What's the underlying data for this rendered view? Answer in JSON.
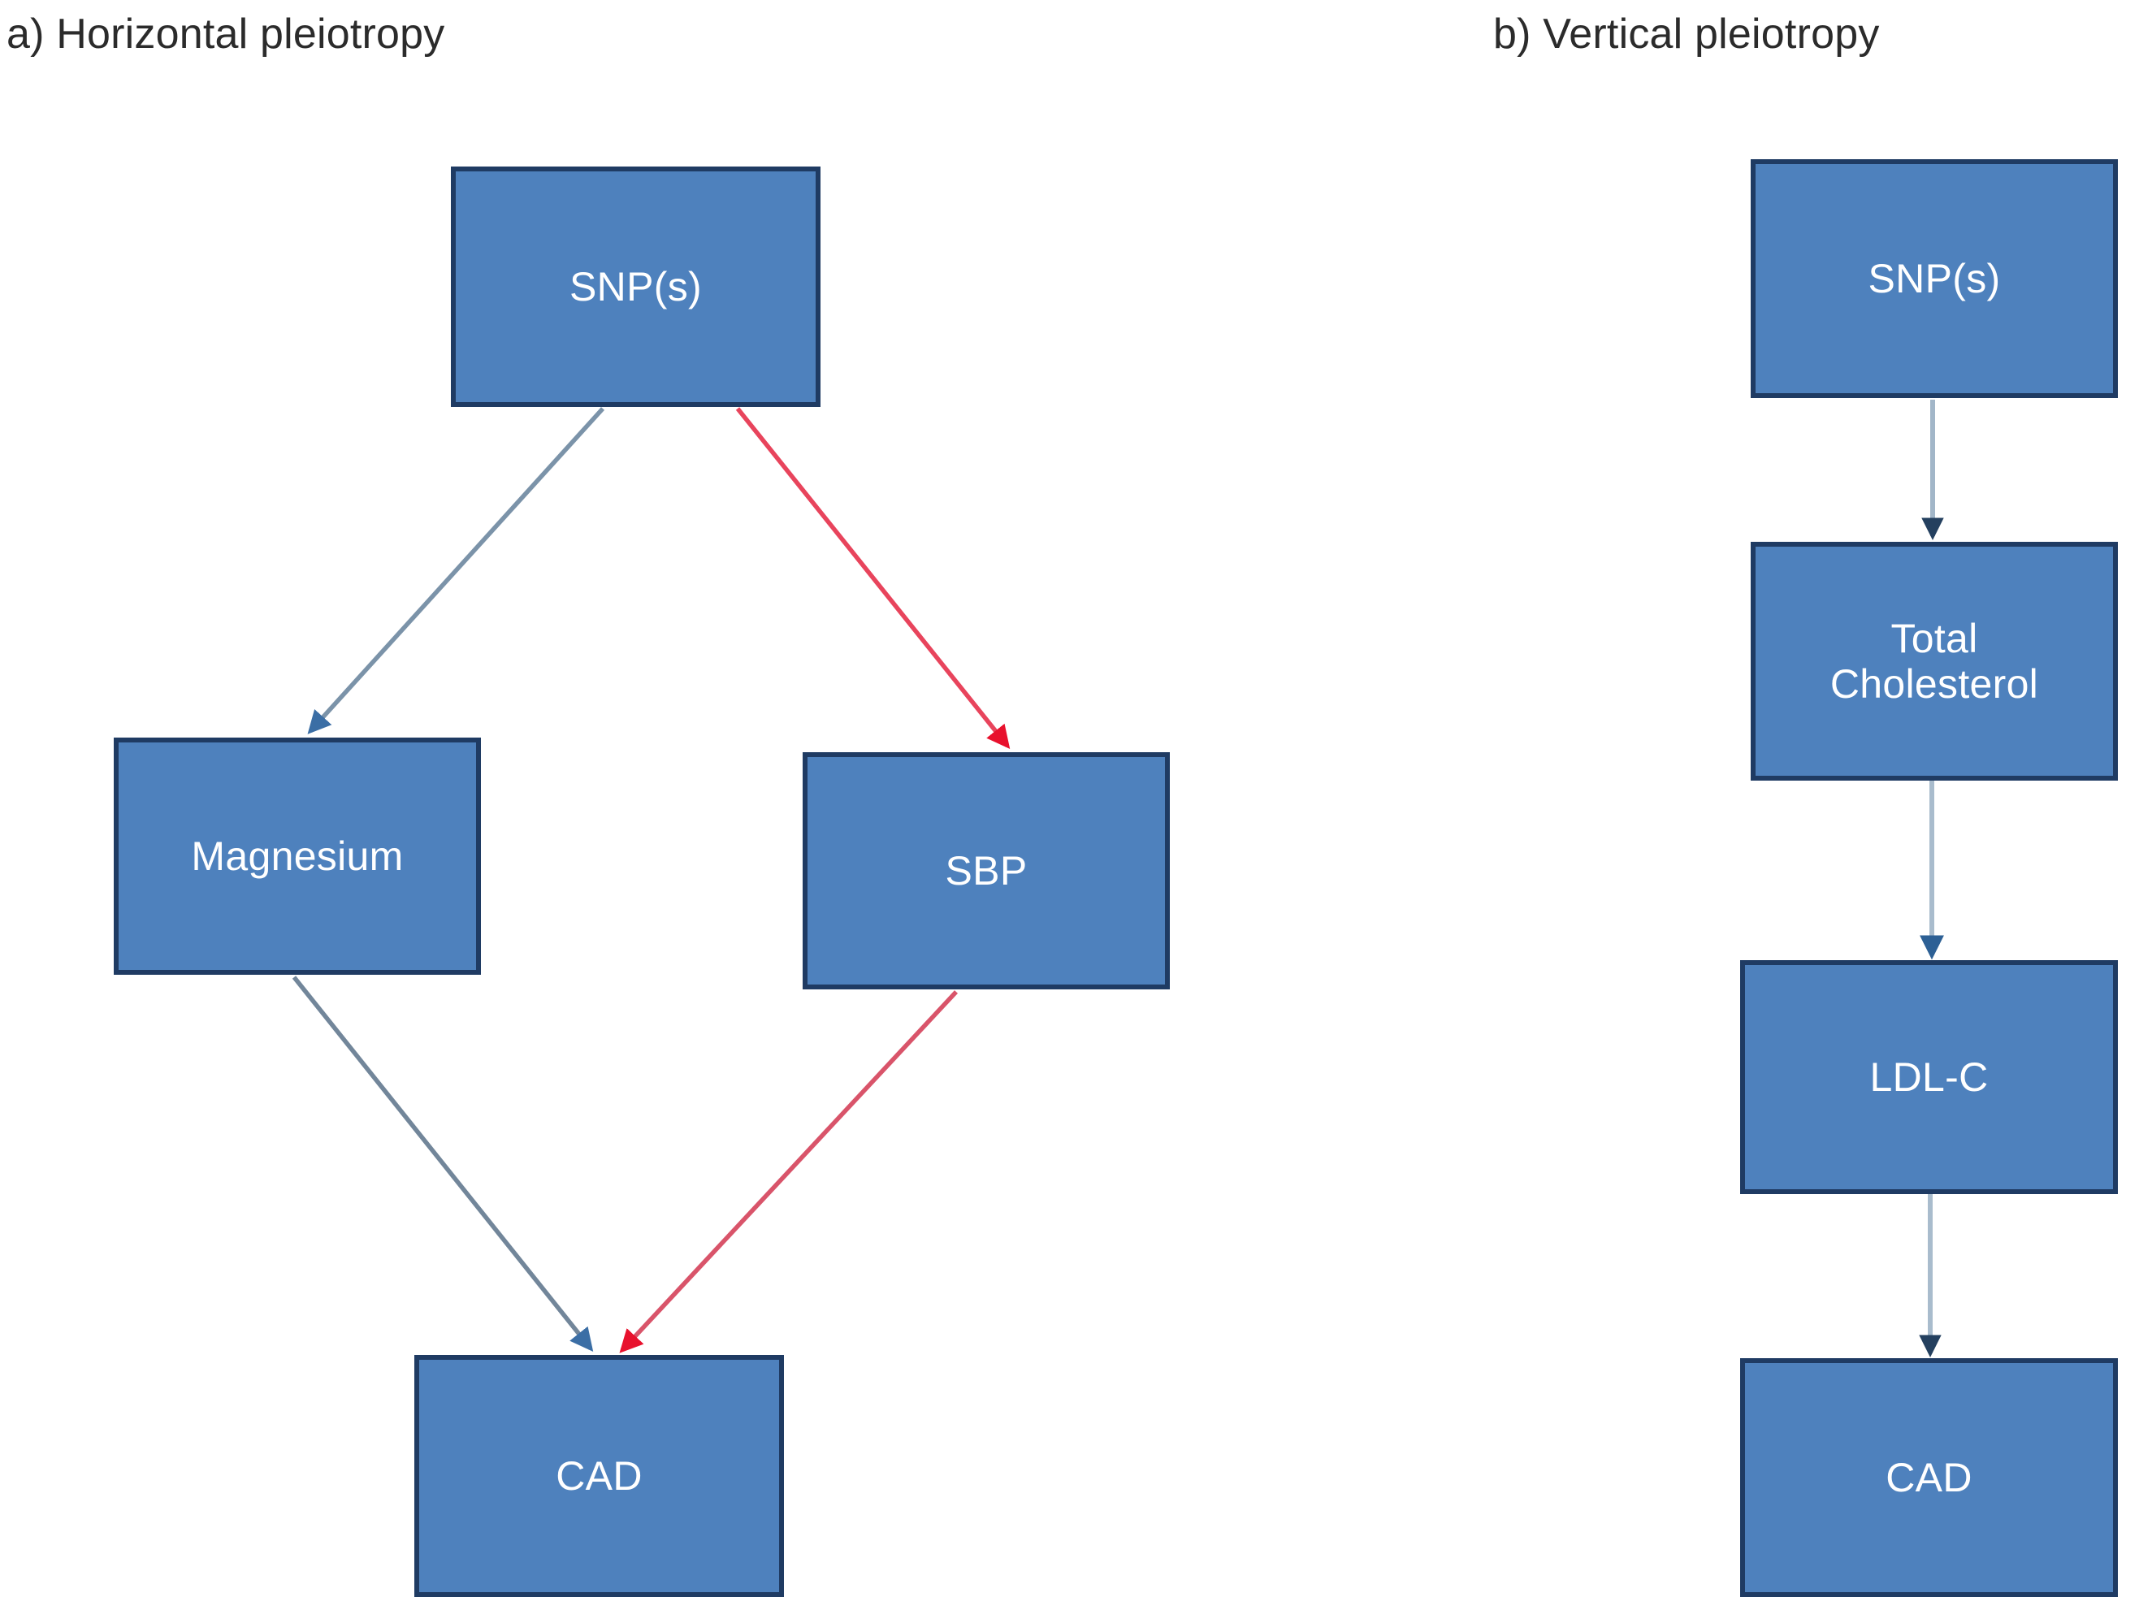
{
  "figure": {
    "panels": [
      {
        "id": "a",
        "title": "a) Horizontal pleiotropy",
        "nodes": [
          {
            "id": "a-snp",
            "label": "SNP(s)"
          },
          {
            "id": "a-magnesium",
            "label": "Magnesium"
          },
          {
            "id": "a-sbp",
            "label": "SBP"
          },
          {
            "id": "a-cad",
            "label": "CAD"
          }
        ],
        "edges": [
          {
            "from": "a-snp",
            "to": "a-magnesium",
            "color": "#7792ad",
            "arrow_color": "#3b6ea5",
            "style": "solid"
          },
          {
            "from": "a-snp",
            "to": "a-sbp",
            "color": "#e8344e",
            "arrow_color": "#e8112d",
            "style": "solid"
          },
          {
            "from": "a-magnesium",
            "to": "a-cad",
            "color": "#6d7f93",
            "arrow_color": "#2c5a92",
            "style": "solid"
          },
          {
            "from": "a-sbp",
            "to": "a-cad",
            "color": "#d4495e",
            "arrow_color": "#e8112d",
            "style": "solid"
          }
        ]
      },
      {
        "id": "b",
        "title": "b) Vertical pleiotropy",
        "nodes": [
          {
            "id": "b-snp",
            "label": "SNP(s)"
          },
          {
            "id": "b-cholesterol",
            "label": "Total\nCholesterol"
          },
          {
            "id": "b-ldl",
            "label": "LDL-C"
          },
          {
            "id": "b-cad",
            "label": "CAD"
          }
        ],
        "edges": [
          {
            "from": "b-snp",
            "to": "b-cholesterol",
            "color": "#9eb3c6",
            "arrow_color": "#20344f",
            "style": "solid"
          },
          {
            "from": "b-cholesterol",
            "to": "b-ldl",
            "color": "#a9bccd",
            "arrow_color": "#2d6095",
            "style": "solid"
          },
          {
            "from": "b-ldl",
            "to": "b-cad",
            "color": "#a9bccd",
            "arrow_color": "#20344f",
            "style": "solid"
          }
        ]
      }
    ],
    "colors": {
      "box_fill": "#4e81bd",
      "box_border": "#1f3b63",
      "box_text": "#ffffff",
      "title_text": "#2b2b2b",
      "background": "#ffffff",
      "edge_blue": "#7792ad",
      "edge_red": "#e8112d"
    }
  }
}
